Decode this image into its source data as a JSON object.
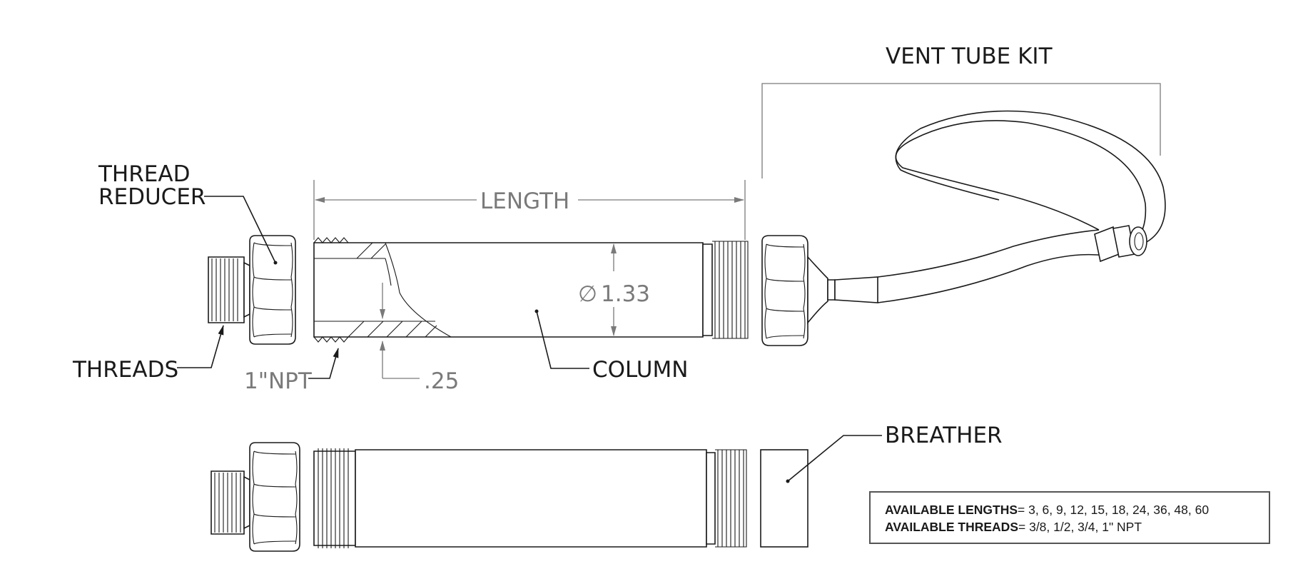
{
  "labels": {
    "vent_tube_kit": "VENT TUBE KIT",
    "thread_reducer_line1": "THREAD",
    "thread_reducer_line2": "REDUCER",
    "length": "LENGTH",
    "diameter": "1.33",
    "diameter_symbol": "∅",
    "threads": "THREADS",
    "npt": "1\"NPT",
    "wall": ".25",
    "column": "COLUMN",
    "breather": "BREATHER"
  },
  "availability": {
    "lengths_label": "AVAILABLE LENGTHS",
    "lengths_value": "= 3, 6, 9, 12, 15, 18, 24, 36, 48, 60",
    "threads_label": "AVAILABLE THREADS",
    "threads_value": "= 3/8, 1/2, 3/4, 1\" NPT"
  }
}
